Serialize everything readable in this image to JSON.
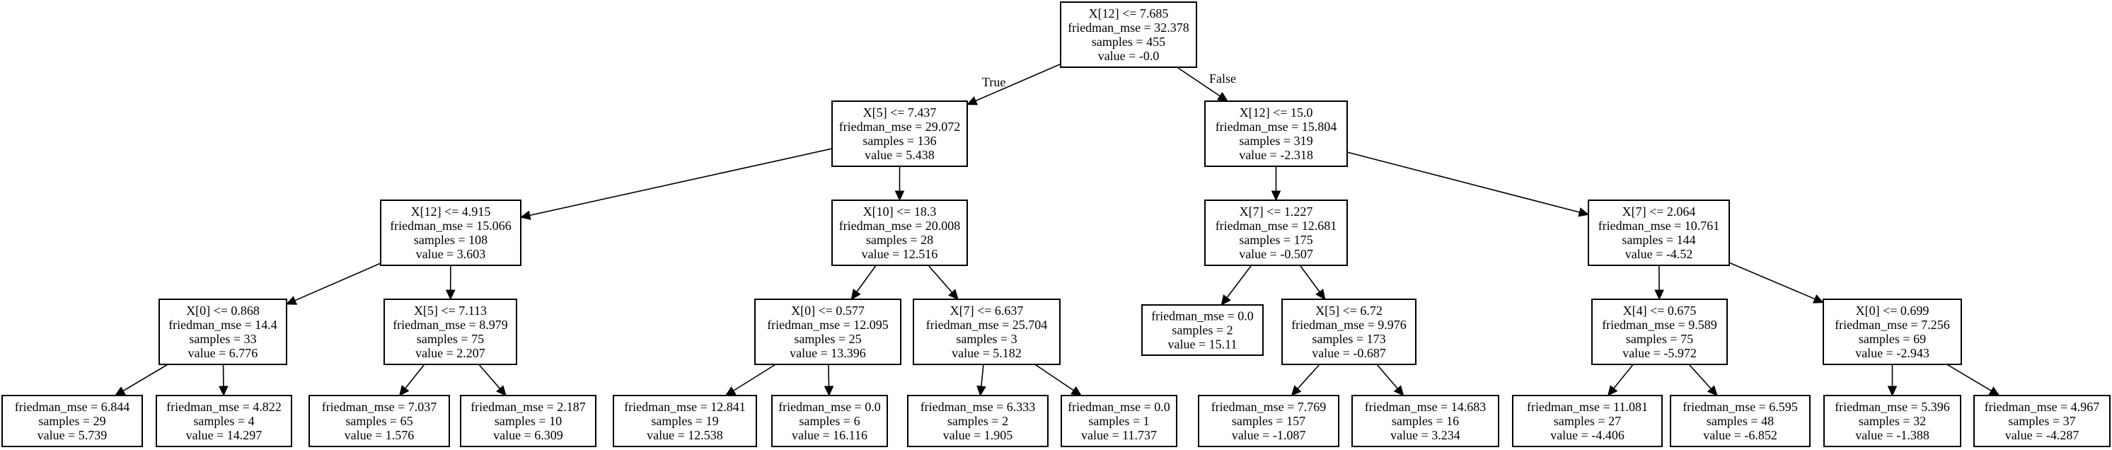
{
  "colors": {
    "box_fill": "#ffffff",
    "stroke": "#000000",
    "text": "#000000"
  },
  "edge_labels": {
    "true_label": "True",
    "false_label": "False"
  },
  "nodes": [
    {
      "id": "n0",
      "lines": [
        "X[12] <= 7.685",
        "friedman_mse = 32.378",
        "samples = 455",
        "value = -0.0"
      ]
    },
    {
      "id": "n1",
      "lines": [
        "X[5] <= 7.437",
        "friedman_mse = 29.072",
        "samples = 136",
        "value = 5.438"
      ]
    },
    {
      "id": "n2",
      "lines": [
        "X[12] <= 15.0",
        "friedman_mse = 15.804",
        "samples = 319",
        "value = -2.318"
      ]
    },
    {
      "id": "n3",
      "lines": [
        "X[12] <= 4.915",
        "friedman_mse = 15.066",
        "samples = 108",
        "value = 3.603"
      ]
    },
    {
      "id": "n4",
      "lines": [
        "X[10] <= 18.3",
        "friedman_mse = 20.008",
        "samples = 28",
        "value = 12.516"
      ]
    },
    {
      "id": "n5",
      "lines": [
        "X[7] <= 1.227",
        "friedman_mse = 12.681",
        "samples = 175",
        "value = -0.507"
      ]
    },
    {
      "id": "n6",
      "lines": [
        "X[7] <= 2.064",
        "friedman_mse = 10.761",
        "samples = 144",
        "value = -4.52"
      ]
    },
    {
      "id": "n7",
      "lines": [
        "X[0] <= 0.868",
        "friedman_mse = 14.4",
        "samples = 33",
        "value = 6.776"
      ]
    },
    {
      "id": "n8",
      "lines": [
        "X[5] <= 7.113",
        "friedman_mse = 8.979",
        "samples = 75",
        "value = 2.207"
      ]
    },
    {
      "id": "n9",
      "lines": [
        "X[0] <= 0.577",
        "friedman_mse = 12.095",
        "samples = 25",
        "value = 13.396"
      ]
    },
    {
      "id": "n10",
      "lines": [
        "X[7] <= 6.637",
        "friedman_mse = 25.704",
        "samples = 3",
        "value = 5.182"
      ]
    },
    {
      "id": "n11",
      "lines": [
        "friedman_mse = 0.0",
        "samples = 2",
        "value = 15.11"
      ]
    },
    {
      "id": "n12",
      "lines": [
        "X[5] <= 6.72",
        "friedman_mse = 9.976",
        "samples = 173",
        "value = -0.687"
      ]
    },
    {
      "id": "n13",
      "lines": [
        "X[4] <= 0.675",
        "friedman_mse = 9.589",
        "samples = 75",
        "value = -5.972"
      ]
    },
    {
      "id": "n14",
      "lines": [
        "X[0] <= 0.699",
        "friedman_mse = 7.256",
        "samples = 69",
        "value = -2.943"
      ]
    },
    {
      "id": "n15",
      "lines": [
        "friedman_mse = 6.844",
        "samples = 29",
        "value = 5.739"
      ]
    },
    {
      "id": "n16",
      "lines": [
        "friedman_mse = 4.822",
        "samples = 4",
        "value = 14.297"
      ]
    },
    {
      "id": "n17",
      "lines": [
        "friedman_mse = 7.037",
        "samples = 65",
        "value = 1.576"
      ]
    },
    {
      "id": "n18",
      "lines": [
        "friedman_mse = 2.187",
        "samples = 10",
        "value = 6.309"
      ]
    },
    {
      "id": "n19",
      "lines": [
        "friedman_mse = 12.841",
        "samples = 19",
        "value = 12.538"
      ]
    },
    {
      "id": "n20",
      "lines": [
        "friedman_mse = 0.0",
        "samples = 6",
        "value = 16.116"
      ]
    },
    {
      "id": "n21",
      "lines": [
        "friedman_mse = 6.333",
        "samples = 2",
        "value = 1.905"
      ]
    },
    {
      "id": "n22",
      "lines": [
        "friedman_mse = 0.0",
        "samples = 1",
        "value = 11.737"
      ]
    },
    {
      "id": "n23",
      "lines": [
        "friedman_mse = 7.769",
        "samples = 157",
        "value = -1.087"
      ]
    },
    {
      "id": "n24",
      "lines": [
        "friedman_mse = 14.683",
        "samples = 16",
        "value = 3.234"
      ]
    },
    {
      "id": "n25",
      "lines": [
        "friedman_mse = 11.081",
        "samples = 27",
        "value = -4.406"
      ]
    },
    {
      "id": "n26",
      "lines": [
        "friedman_mse = 6.595",
        "samples = 48",
        "value = -6.852"
      ]
    },
    {
      "id": "n27",
      "lines": [
        "friedman_mse = 5.396",
        "samples = 32",
        "value = -1.388"
      ]
    },
    {
      "id": "n28",
      "lines": [
        "friedman_mse = 4.967",
        "samples = 37",
        "value = -4.287"
      ]
    }
  ],
  "edges": [
    [
      "n0",
      "n1"
    ],
    [
      "n0",
      "n2"
    ],
    [
      "n1",
      "n3"
    ],
    [
      "n1",
      "n4"
    ],
    [
      "n2",
      "n5"
    ],
    [
      "n2",
      "n6"
    ],
    [
      "n3",
      "n7"
    ],
    [
      "n3",
      "n8"
    ],
    [
      "n4",
      "n9"
    ],
    [
      "n4",
      "n10"
    ],
    [
      "n5",
      "n11"
    ],
    [
      "n5",
      "n12"
    ],
    [
      "n6",
      "n13"
    ],
    [
      "n6",
      "n14"
    ],
    [
      "n7",
      "n15"
    ],
    [
      "n7",
      "n16"
    ],
    [
      "n8",
      "n17"
    ],
    [
      "n8",
      "n18"
    ],
    [
      "n9",
      "n19"
    ],
    [
      "n9",
      "n20"
    ],
    [
      "n10",
      "n21"
    ],
    [
      "n10",
      "n22"
    ],
    [
      "n12",
      "n23"
    ],
    [
      "n12",
      "n24"
    ],
    [
      "n13",
      "n25"
    ],
    [
      "n13",
      "n26"
    ],
    [
      "n14",
      "n27"
    ],
    [
      "n14",
      "n28"
    ]
  ]
}
